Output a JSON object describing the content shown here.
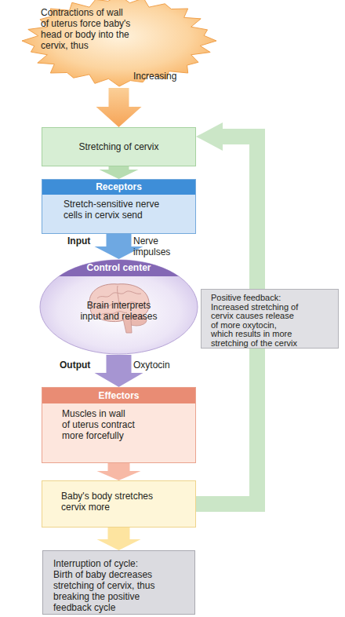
{
  "diagram": {
    "nodes": [
      {
        "text": [
          "Contractions of wall of uterus force baby's head or body into the cervix, thus"
        ]
      },
      {
        "text": [
          "Stretching of cervix"
        ]
      },
      {
        "text": [
          "Receptors",
          "Stretch-sensitive nerve cells in cervix send"
        ]
      },
      {
        "text": [
          "Control center",
          "Brain interprets input and releases"
        ]
      },
      {
        "text": [
          "Effectors",
          "Muscles in wall of uterus contract more forcefully"
        ]
      },
      {
        "text": [
          "Baby's body stretches cervix more"
        ]
      },
      {
        "text": [
          "Interruption of cycle: Birth of baby decreases stretching of cervix, thus breaking the positive feedback cycle"
        ]
      },
      {
        "text": [
          "Positive feedback: Increased stretching of cervix causes release of more oxytocin, which results in more stretching of the cervix"
        ]
      }
    ],
    "edges": [
      {
        "from": 0,
        "to": 1,
        "label": "Increasing",
        "arrow": "to"
      },
      {
        "from": 1,
        "to": 2,
        "arrow": "to"
      },
      {
        "from": 2,
        "to": 3,
        "label": "Nerve impulses",
        "arrow": "to"
      },
      {
        "from": 3,
        "to": 4,
        "label": "Oxytocin",
        "arrow": "to"
      },
      {
        "from": 4,
        "to": 5,
        "arrow": "to"
      },
      {
        "from": 5,
        "to": 1,
        "arrow": "to"
      },
      {
        "from": 5,
        "to": 6,
        "arrow": "to"
      }
    ],
    "labels": [
      "Input",
      "Output"
    ]
  }
}
